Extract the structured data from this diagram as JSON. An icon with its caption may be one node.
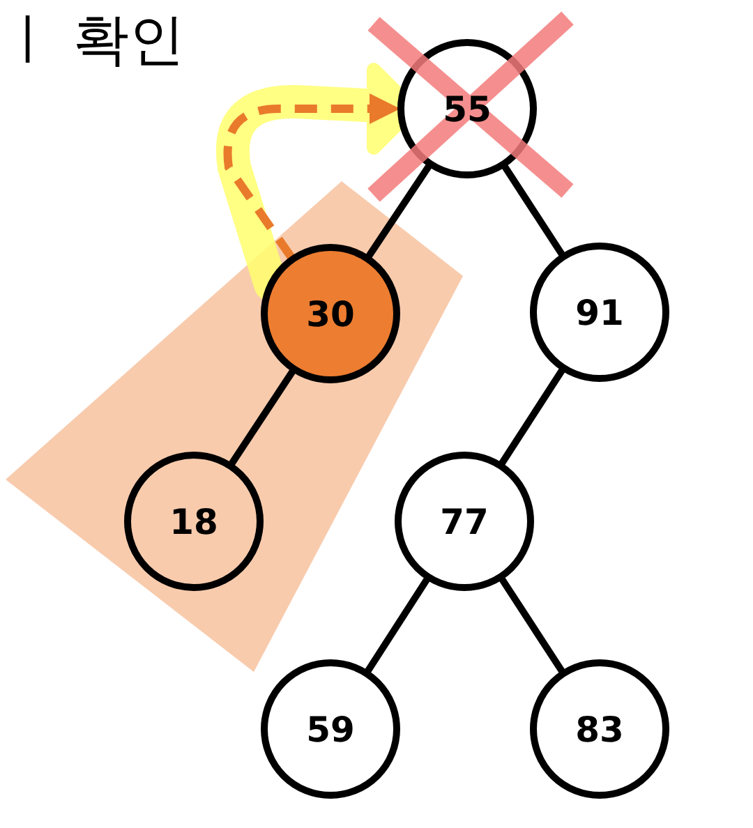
{
  "diagram": {
    "title": "ㅣ 확인",
    "nodes": [
      {
        "text": [
          "55"
        ]
      },
      {
        "text": [],
        "shape": "band"
      },
      {
        "text": [
          "30"
        ],
        "in": 1
      },
      {
        "text": [
          "91"
        ]
      },
      {
        "text": [
          "18"
        ],
        "in": 1
      },
      {
        "text": [
          "77"
        ]
      },
      {
        "text": [
          "59"
        ]
      },
      {
        "text": [
          "83"
        ]
      }
    ],
    "edges": [
      {
        "from": 0,
        "to": 2,
        "arrow": "none"
      },
      {
        "from": 0,
        "to": 3,
        "arrow": "none"
      },
      {
        "from": 2,
        "to": 4,
        "arrow": "none"
      },
      {
        "from": 3,
        "to": 5,
        "arrow": "none"
      },
      {
        "from": 5,
        "to": 6,
        "arrow": "none"
      },
      {
        "from": 5,
        "to": 7,
        "arrow": "none"
      },
      {
        "from": 2,
        "to": 0,
        "arrow": "to",
        "style": "dashed",
        "color": "#e97a2b"
      }
    ]
  }
}
